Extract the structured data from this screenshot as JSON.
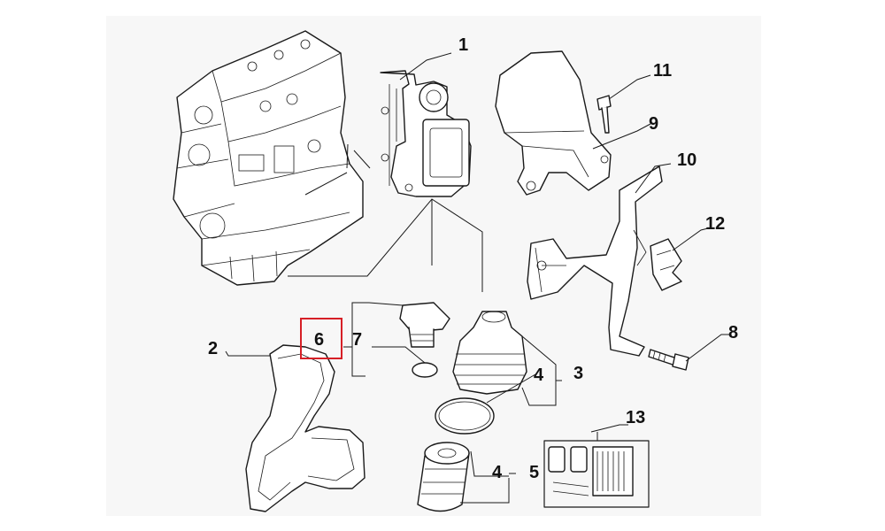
{
  "diagram": {
    "callouts": {
      "c1": "1",
      "c2": "2",
      "c3": "3",
      "c4a": "4",
      "c4b": "4",
      "c5": "5",
      "c6": "6",
      "c7": "7",
      "c8": "8",
      "c9": "9",
      "c10": "10",
      "c11": "11",
      "c12": "12",
      "c13": "13"
    },
    "highlighted_callout": "6",
    "colors": {
      "line": "#1a1a1a",
      "highlight": "#d61f26",
      "background": "#ffffff"
    }
  }
}
